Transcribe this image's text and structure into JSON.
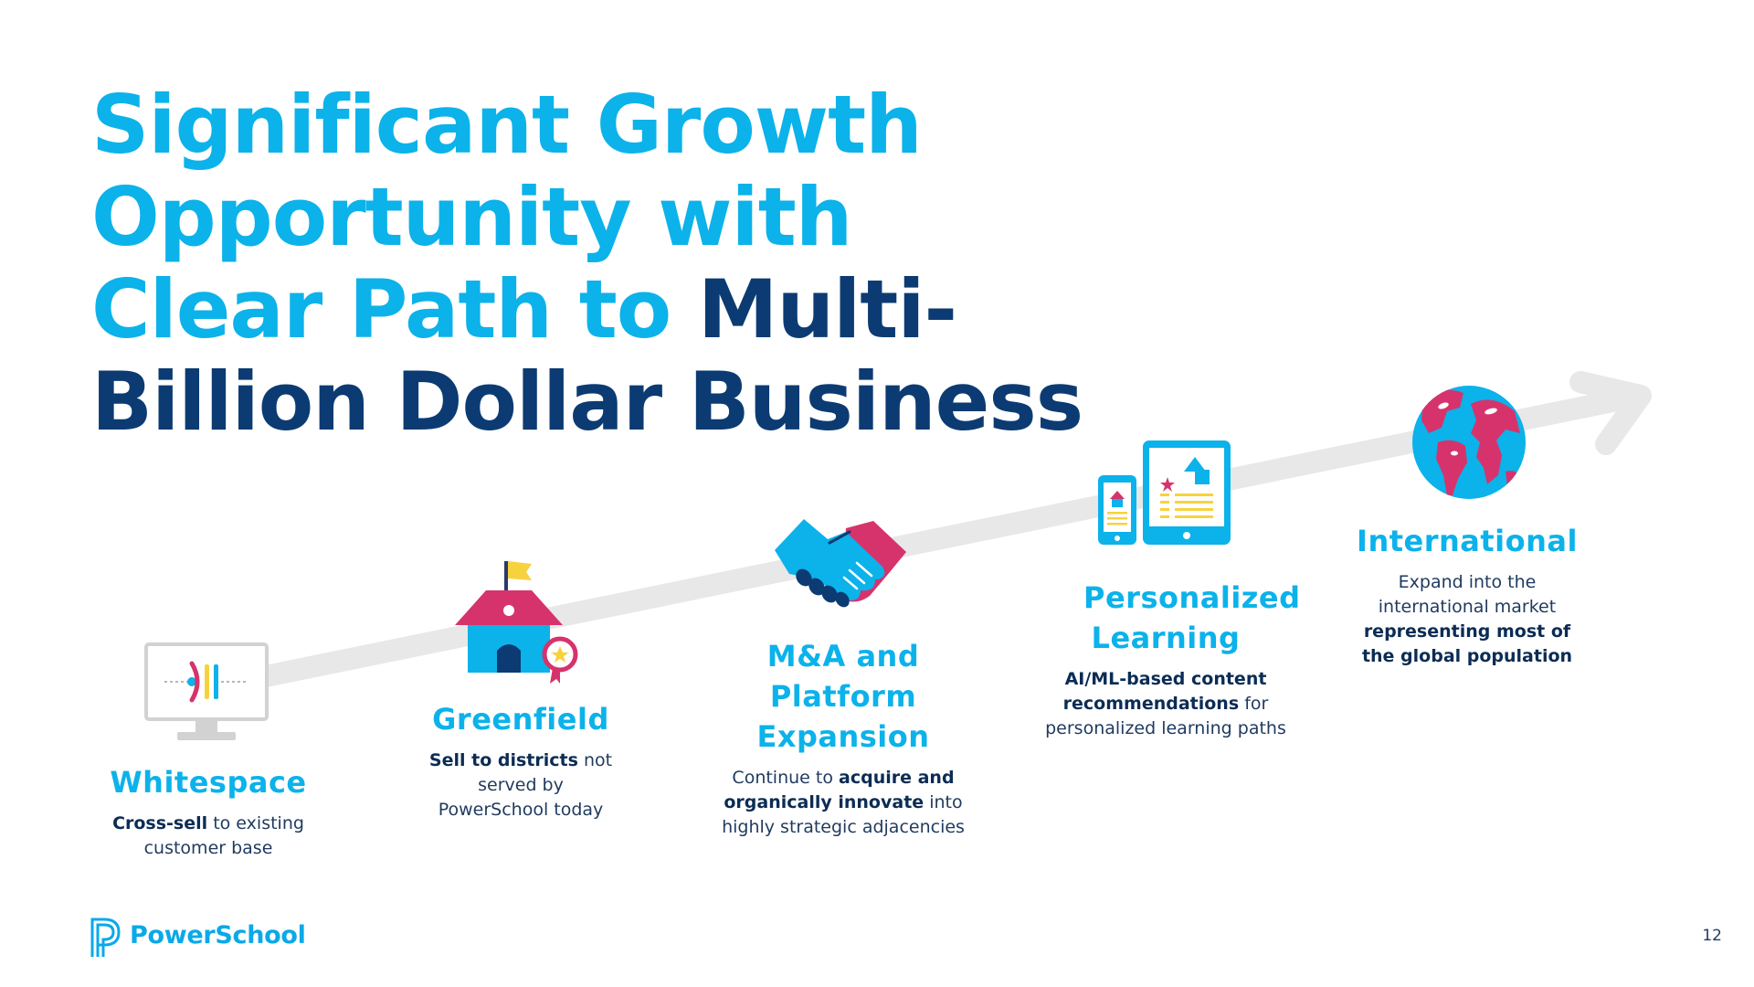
{
  "title": {
    "part1": "Significant Growth Opportunity with Clear Path to ",
    "part2": "Multi-Billion Dollar Business"
  },
  "stages": [
    {
      "name": "Whitespace",
      "icon": "monitor-icon",
      "desc_bold_1": "Cross-sell",
      "desc_rest_1": " to existing customer base"
    },
    {
      "name": "Greenfield",
      "icon": "schoolhouse-icon",
      "desc_bold_1": "Sell to districts",
      "desc_rest_1": " not served by PowerSchool today"
    },
    {
      "name": "M&A and Platform Expansion",
      "icon": "handshake-icon",
      "desc_pre": "Continue to ",
      "desc_bold_1": "acquire and organically innovate",
      "desc_rest_1": " into highly strategic adjacencies"
    },
    {
      "name": "Personalized Learning",
      "icon": "devices-icon",
      "desc_bold_1": "AI/ML-based content recommendations",
      "desc_rest_1": " for personalized learning paths"
    },
    {
      "name": "International",
      "icon": "globe-icon",
      "desc_pre": "Expand into the international market ",
      "desc_bold_1": "representing most of the global population"
    }
  ],
  "logo": {
    "text": "PowerSchool"
  },
  "page_number": "12",
  "colors": {
    "accent_blue": "#0cb2ea",
    "dark_blue": "#0b3b72",
    "pink": "#d6336c",
    "yellow": "#f7d23f",
    "arrow_gray": "#e8e8e8"
  }
}
